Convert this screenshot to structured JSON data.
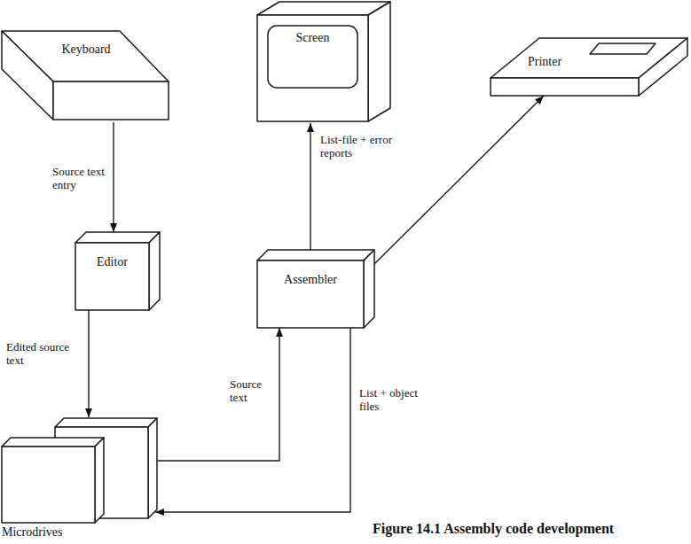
{
  "diagram": {
    "caption": "Figure 14.1 Assembly code development",
    "nodes": [
      {
        "text": [
          "Keyboard"
        ]
      },
      {
        "text": [
          "Screen"
        ]
      },
      {
        "text": [
          "Printer"
        ]
      },
      {
        "text": [
          "Editor"
        ]
      },
      {
        "text": [
          "Assembler"
        ]
      },
      {
        "text": [
          "Microdrives"
        ]
      }
    ],
    "edges": [
      {
        "from": 0,
        "to": 3,
        "label": "Source text entry",
        "arrow": "to"
      },
      {
        "from": 3,
        "to": 5,
        "label": "Edited source text",
        "arrow": "to"
      },
      {
        "from": 5,
        "to": 4,
        "label": "Source text",
        "arrow": "to"
      },
      {
        "from": 4,
        "to": 5,
        "label": "List + object files",
        "arrow": "to"
      },
      {
        "from": 4,
        "to": 1,
        "label": "List-file + error reports",
        "arrow": "to"
      },
      {
        "from": 4,
        "to": 2,
        "arrow": "to"
      }
    ]
  }
}
